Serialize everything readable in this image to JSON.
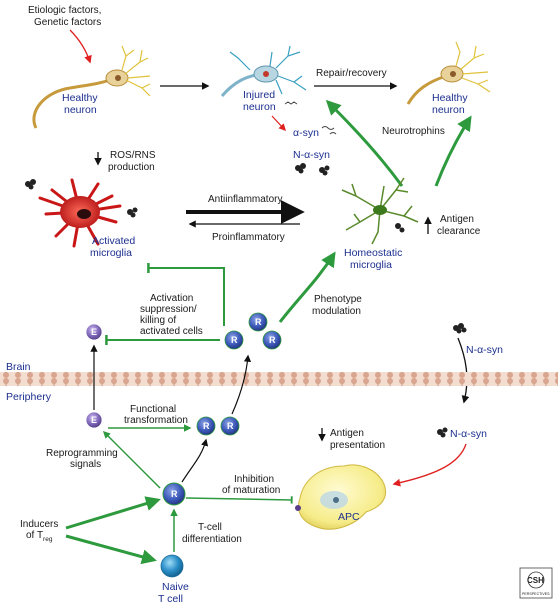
{
  "labels": {
    "etiologic_line1": "Etiologic factors,",
    "etiologic_line2": "Genetic factors",
    "healthy_neuron_left_1": "Healthy",
    "healthy_neuron_left_2": "neuron",
    "injured_neuron_1": "Injured",
    "injured_neuron_2": "neuron",
    "repair_recovery": "Repair/recovery",
    "healthy_neuron_right_1": "Healthy",
    "healthy_neuron_right_2": "neuron",
    "alpha_syn": "α-syn",
    "n_alpha_syn_top": "N-α-syn",
    "neurotrophins": "Neurotrophins",
    "ros_rns_1": "ROS/RNS",
    "ros_rns_2": "production",
    "antiinflammatory": "Antiinflammatory",
    "proinflammatory": "Proinflammatory",
    "activated_microglia_1": "Activated",
    "activated_microglia_2": "microglia",
    "antigen_clearance_1": "Antigen",
    "antigen_clearance_2": "clearance",
    "homeostatic_microglia_1": "Homeostatic",
    "homeostatic_microglia_2": "microglia",
    "activation_1": "Activation",
    "activation_2": "suppression/",
    "activation_3": "killing of",
    "activation_4": "activated cells",
    "phenotype_1": "Phenotype",
    "phenotype_2": "modulation",
    "n_alpha_syn_right": "N-α-syn",
    "brain": "Brain",
    "periphery": "Periphery",
    "functional_1": "Functional",
    "functional_2": "transformation",
    "n_alpha_syn_lower": "N-α-syn",
    "antigen_presentation_1": "Antigen",
    "antigen_presentation_2": "presentation",
    "reprogramming_1": "Reprogramming",
    "reprogramming_2": "signals",
    "inhibition_1": "Inhibition",
    "inhibition_2": "of maturation",
    "apc": "APC",
    "inducers_1": "Inducers",
    "inducers_2": "of T",
    "inducers_sub": "reg",
    "tcell_diff_1": "T-cell",
    "tcell_diff_2": "differentiation",
    "naive_1": "Naive",
    "naive_2": "T cell",
    "cell_R": "R",
    "cell_E": "E",
    "logo_1": "CSH",
    "logo_2": "PERSPECTIVES"
  },
  "colors": {
    "green_arrow": "#2e9a3e",
    "red_arrow": "#e02020",
    "black_arrow": "#111111",
    "label_blue": "#1c2f8f",
    "treg_cell": "#3b57b8",
    "effector_cell": "#7b62b5",
    "naive_cell": "#2a8ec7",
    "apc_fill": "#f6ec8a",
    "activated_microglia": "#d61e1e",
    "homeostatic_microglia": "#5a8a2c",
    "membrane": "#e8c9b8"
  }
}
